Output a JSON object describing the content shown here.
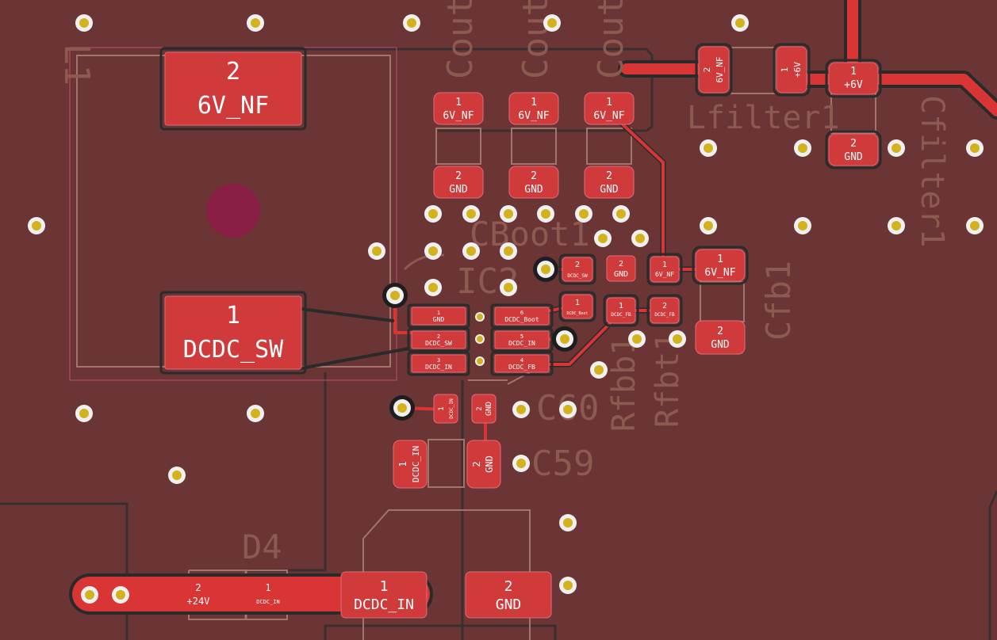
{
  "colors": {
    "board": "#6b3535",
    "copper_pad": "#d13a3a",
    "silkscreen": "#8d5a52",
    "via_ring": "#f0f0f0",
    "via_hole": "#d4b21e"
  },
  "refdes": {
    "L1": "L1",
    "cout_a": "Cout",
    "cout_b": "Cout",
    "cout_c": "Cout",
    "lfilter": "Lfilter1",
    "cfilter": "Cfilter1",
    "cboot": "CBoot1",
    "ic": "IC2",
    "cfb": "Cfb1",
    "rfbb": "Rfbb1",
    "rfbt": "Rfbt1",
    "c60": "C60",
    "c59": "C59",
    "d4": "D4"
  },
  "pads": {
    "l1_p2": {
      "num": "2",
      "net": "6V_NF"
    },
    "l1_p1": {
      "num": "1",
      "net": "DCDC_SW"
    },
    "cout1_p1": {
      "num": "1",
      "net": "6V_NF"
    },
    "cout1_p2": {
      "num": "2",
      "net": "GND"
    },
    "cout2_p1": {
      "num": "1",
      "net": "6V_NF"
    },
    "cout2_p2": {
      "num": "2",
      "net": "GND"
    },
    "cout3_p1": {
      "num": "1",
      "net": "6V_NF"
    },
    "cout3_p2": {
      "num": "2",
      "net": "GND"
    },
    "lfilter_p2": {
      "num": "2",
      "net": "6V_NF"
    },
    "lfilter_p1": {
      "num": "1",
      "net": "+6V"
    },
    "cfilter_p1": {
      "num": "1",
      "net": "+6V"
    },
    "cfilter_p2": {
      "num": "2",
      "net": "GND"
    },
    "cboot_p2": {
      "num": "2",
      "net": "DCDC_SW"
    },
    "cboot_p1": {
      "num": "1",
      "net": "DCDC_Boot"
    },
    "rfbb_p2": {
      "num": "2",
      "net": "GND"
    },
    "rfbb_p1": {
      "num": "1",
      "net": "DCDC_FB"
    },
    "rfbt_p1": {
      "num": "1",
      "net": "6V_NF"
    },
    "rfbt_p2": {
      "num": "2",
      "net": "DCDC_FB"
    },
    "cfb_p1": {
      "num": "1",
      "net": "6V_NF"
    },
    "cfb_p2": {
      "num": "2",
      "net": "GND"
    },
    "ic_p1": {
      "num": "1",
      "net": "GND"
    },
    "ic_p2": {
      "num": "2",
      "net": "DCDC_SW"
    },
    "ic_p3": {
      "num": "3",
      "net": "DCDC_IN"
    },
    "ic_p6": {
      "num": "6",
      "net": "DCDC_Boot"
    },
    "ic_p5": {
      "num": "5",
      "net": "DCDC_IN"
    },
    "ic_p4": {
      "num": "4",
      "net": "DCDC_FB"
    },
    "c60_p1": {
      "num": "1",
      "net": "DCDC_IN"
    },
    "c60_p2": {
      "num": "2",
      "net": "GND"
    },
    "c59_p1": {
      "num": "1",
      "net": "DCDC_IN"
    },
    "c59_p2": {
      "num": "2",
      "net": "GND"
    },
    "d4_p2": {
      "num": "2",
      "net": "+24V"
    },
    "d4_p1": {
      "num": "1",
      "net": "DCDC_IN"
    },
    "cin_p1": {
      "num": "1",
      "net": "DCDC_IN"
    },
    "cin_p2": {
      "num": "2",
      "net": "GND"
    }
  }
}
